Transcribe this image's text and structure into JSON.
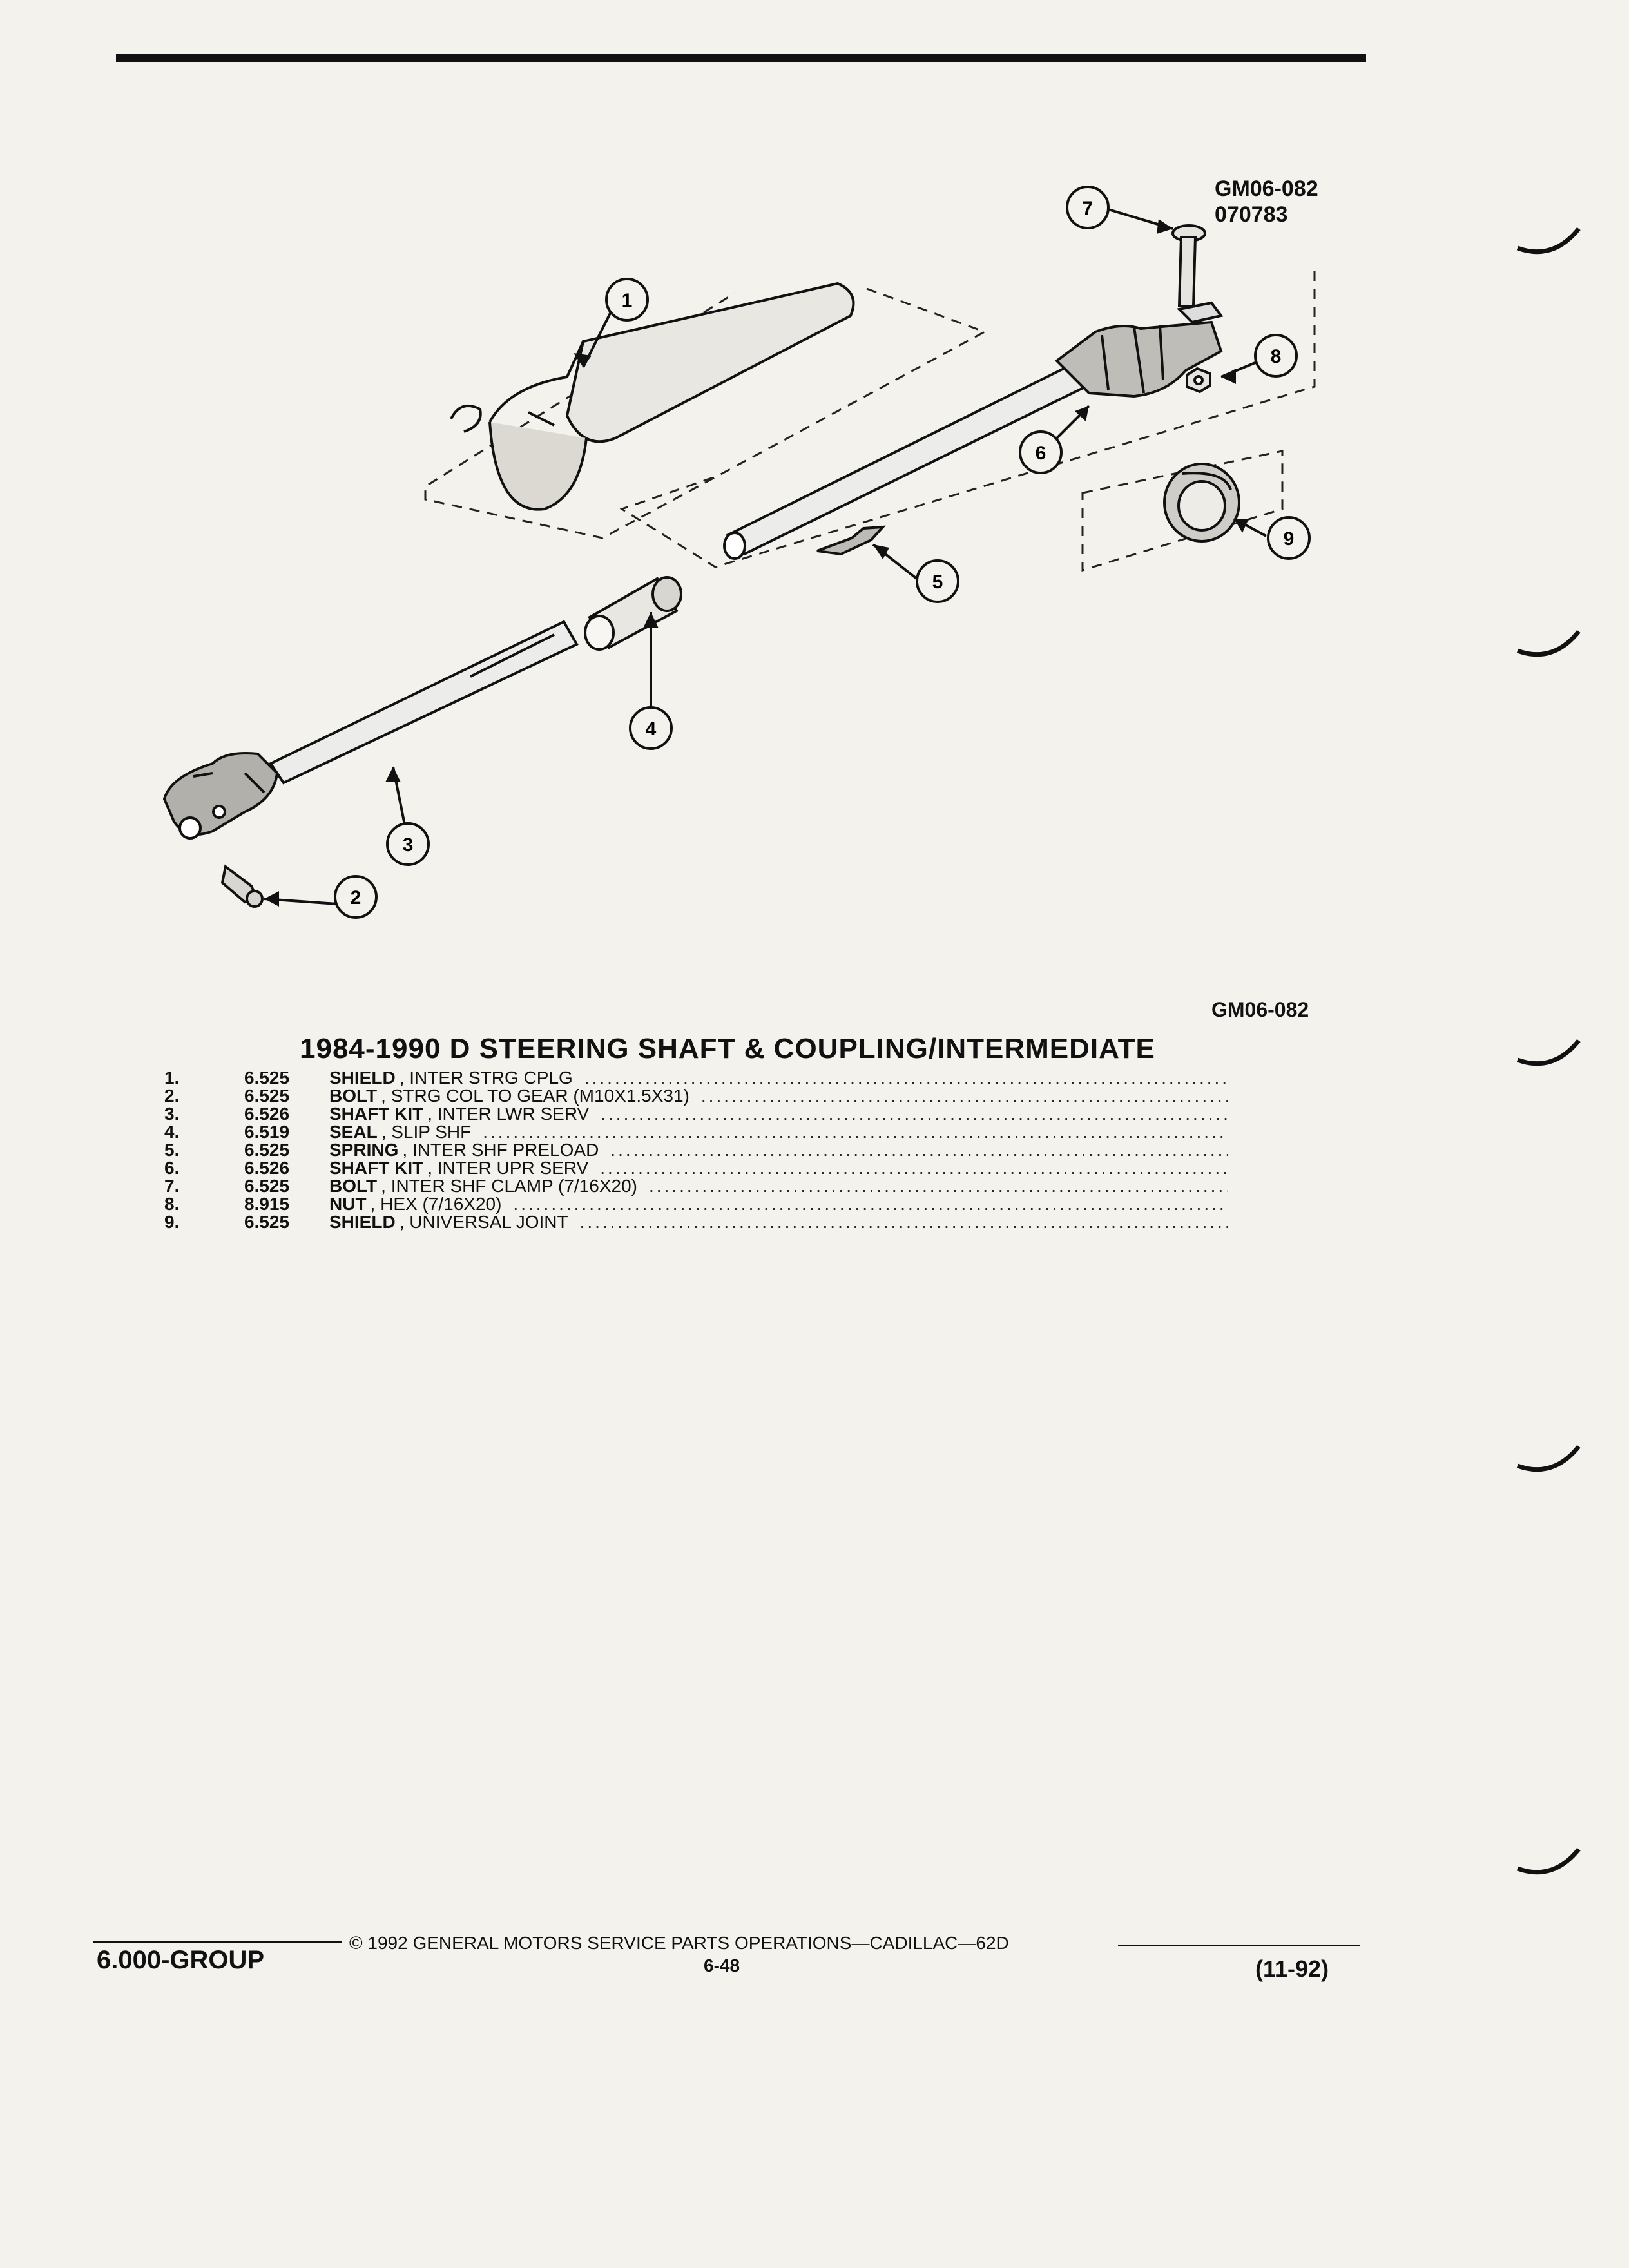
{
  "diagram": {
    "ref_code": "GM06-082",
    "ref_date": "070783",
    "caption_code": "GM06-082",
    "callouts": [
      "1",
      "2",
      "3",
      "4",
      "5",
      "6",
      "7",
      "8",
      "9"
    ]
  },
  "title": "1984-1990 D STEERING SHAFT & COUPLING/INTERMEDIATE",
  "parts": [
    {
      "num": "1.",
      "group": "6.525",
      "name": "SHIELD",
      "desc": ", INTER STRG CPLG"
    },
    {
      "num": "2.",
      "group": "6.525",
      "name": "BOLT",
      "desc": ", STRG COL TO GEAR (M10X1.5X31)"
    },
    {
      "num": "3.",
      "group": "6.526",
      "name": "SHAFT KIT",
      "desc": ", INTER LWR SERV"
    },
    {
      "num": "4.",
      "group": "6.519",
      "name": "SEAL",
      "desc": ", SLIP SHF"
    },
    {
      "num": "5.",
      "group": "6.525",
      "name": "SPRING",
      "desc": ", INTER SHF PRELOAD"
    },
    {
      "num": "6.",
      "group": "6.526",
      "name": "SHAFT KIT",
      "desc": ", INTER UPR SERV"
    },
    {
      "num": "7.",
      "group": "6.525",
      "name": "BOLT",
      "desc": ", INTER SHF CLAMP (7/16X20)"
    },
    {
      "num": "8.",
      "group": "8.915",
      "name": "NUT",
      "desc": ", HEX (7/16X20)"
    },
    {
      "num": "9.",
      "group": "6.525",
      "name": "SHIELD",
      "desc": ", UNIVERSAL JOINT"
    }
  ],
  "footer": {
    "copyright": "© 1992 GENERAL MOTORS SERVICE PARTS OPERATIONS—CADILLAC—62D",
    "page": "6-48",
    "group": "6.000-GROUP",
    "date": "(11-92)"
  }
}
